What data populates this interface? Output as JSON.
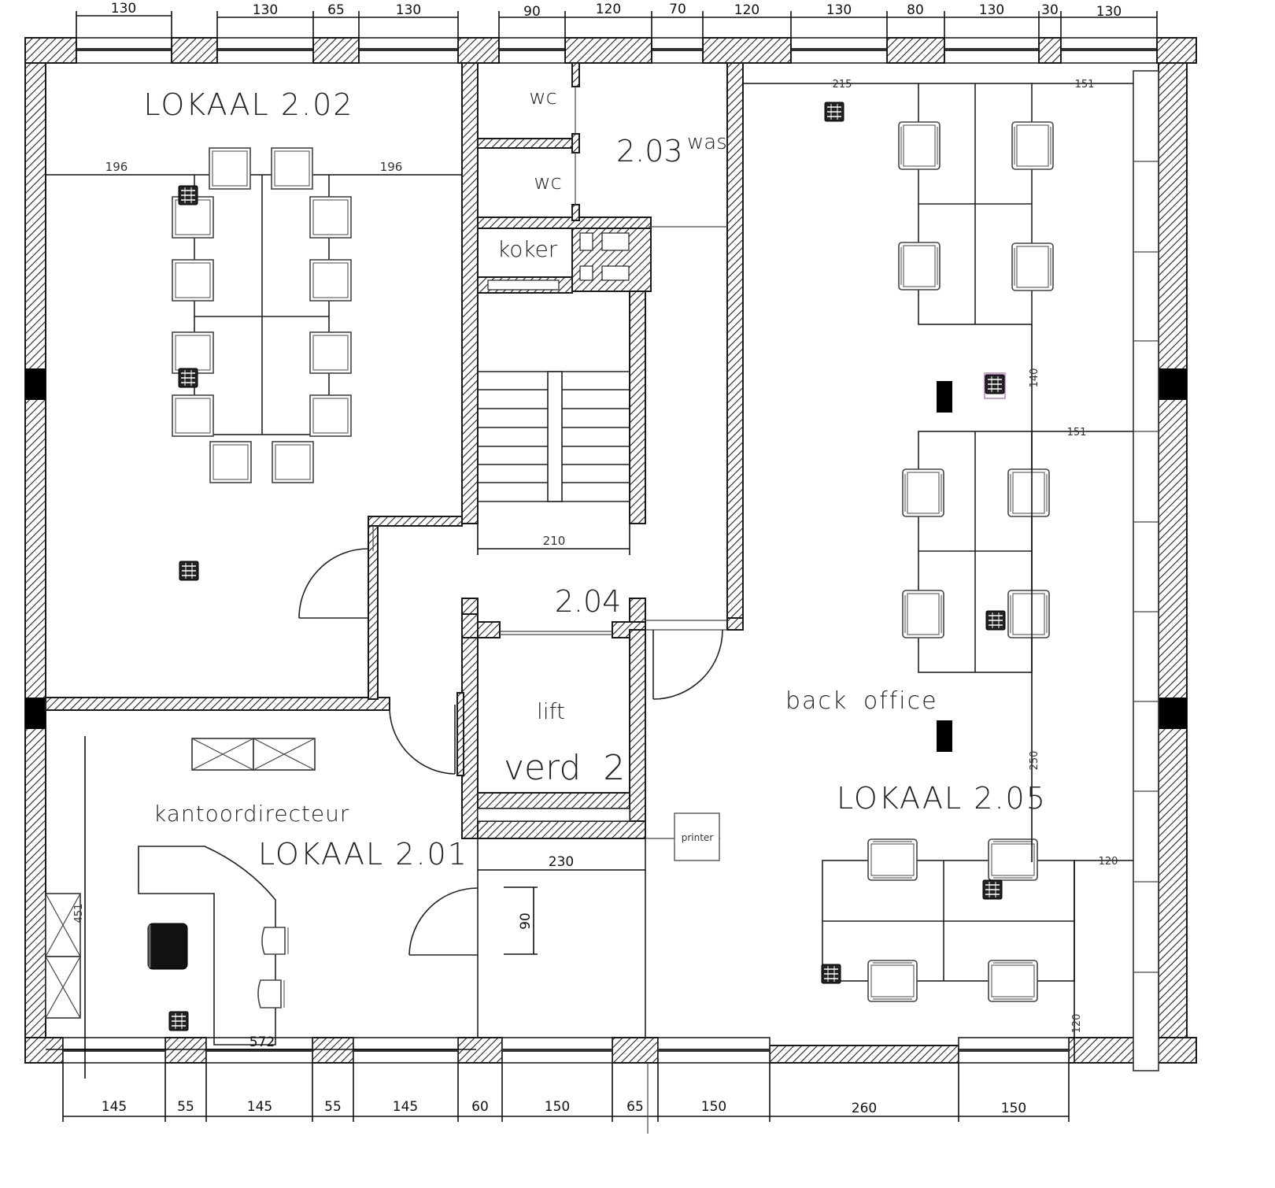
{
  "rooms": {
    "lokaal_202": {
      "label": "LOKAAL 2.02"
    },
    "wc_top": {
      "label": "wc"
    },
    "wc_bottom": {
      "label": "wc"
    },
    "was": {
      "number": "2.03",
      "label": "was"
    },
    "koker": {
      "label": "koker"
    },
    "stair": {
      "number": "2.04",
      "width_dim": "210"
    },
    "lift": {
      "label": "lift",
      "floor": "verd  2"
    },
    "lokaal_201": {
      "label": "LOKAAL 2.01",
      "function": "kantoordirecteur"
    },
    "back_office": {
      "label": "back office"
    },
    "lokaal_205": {
      "label": "LOKAAL 2.05"
    },
    "printer": {
      "label": "printer"
    },
    "corridor": {
      "width_dim": "230",
      "depth_dim": "90"
    }
  },
  "dimensions": {
    "top": [
      "130",
      "130",
      "65",
      "130",
      "90",
      "120",
      "70",
      "120",
      "130",
      "80",
      "130",
      "30",
      "130"
    ],
    "bottom": [
      "145",
      "55",
      "145",
      "55",
      "145",
      "60",
      "150",
      "65",
      "150",
      "260",
      "150"
    ],
    "interior": {
      "lokaal_202_left": "196",
      "lokaal_202_right": "196",
      "bo_top_left": "215",
      "bo_top_right": "151",
      "bo_mid_right": "151",
      "bo_gap": "140",
      "bo_lower_gap": "250",
      "l205_right": "120",
      "l205_bottom": "120",
      "l201_width": "572",
      "l201_height": "451"
    }
  },
  "colors": {
    "line": "#222222",
    "background": "#ffffff",
    "socket_highlight": "#c080c0"
  },
  "icons": {
    "socket": "floor-socket-icon",
    "chair": "chair-icon",
    "door": "door-swing-icon",
    "cabinet": "cabinet-icon",
    "column": "column-icon"
  }
}
